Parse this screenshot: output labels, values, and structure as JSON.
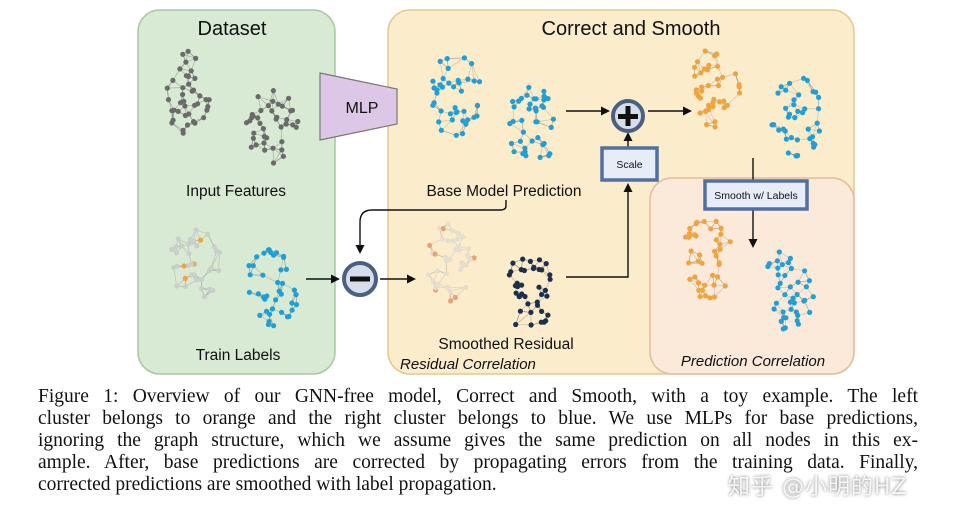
{
  "panels": {
    "dataset_title": "Dataset",
    "cs_title": "Correct and Smooth"
  },
  "labels": {
    "input_features": "Input Features",
    "train_labels": "Train Labels",
    "mlp": "MLP",
    "base_model_prediction": "Base Model Prediction",
    "smoothed_residual": "Smoothed Residual",
    "residual_correlation": "Residual Correlation",
    "prediction_correlation": "Prediction Correlation",
    "scale": "Scale",
    "smooth_with_labels": "Smooth w/ Labels"
  },
  "colors": {
    "dataset_panel": "#d8ead4",
    "cs_panel": "#fbeccc",
    "prediction_panel": "#fbe9da",
    "mlp": "#dcc8e6",
    "operator": "#4b6080",
    "node_gray": "#6a6a6a",
    "node_blue": "#1f9fd6",
    "node_orange": "#f0a43e",
    "node_navy": "#1c2f4e"
  },
  "caption": {
    "lines": [
      "Figure 1: Overview of our GNN-free model, Correct and Smooth, with a toy example. The left",
      "cluster belongs to orange and the right cluster belongs to blue. We use MLPs for base predictions,",
      "ignoring the graph structure, which we assume gives the same prediction on all nodes in this ex-",
      "ample. After, base predictions are corrected by propagating errors from the training data. Finally,",
      "corrected predictions are smoothed with label propagation."
    ]
  },
  "watermark": "知乎 @小明的HZ"
}
